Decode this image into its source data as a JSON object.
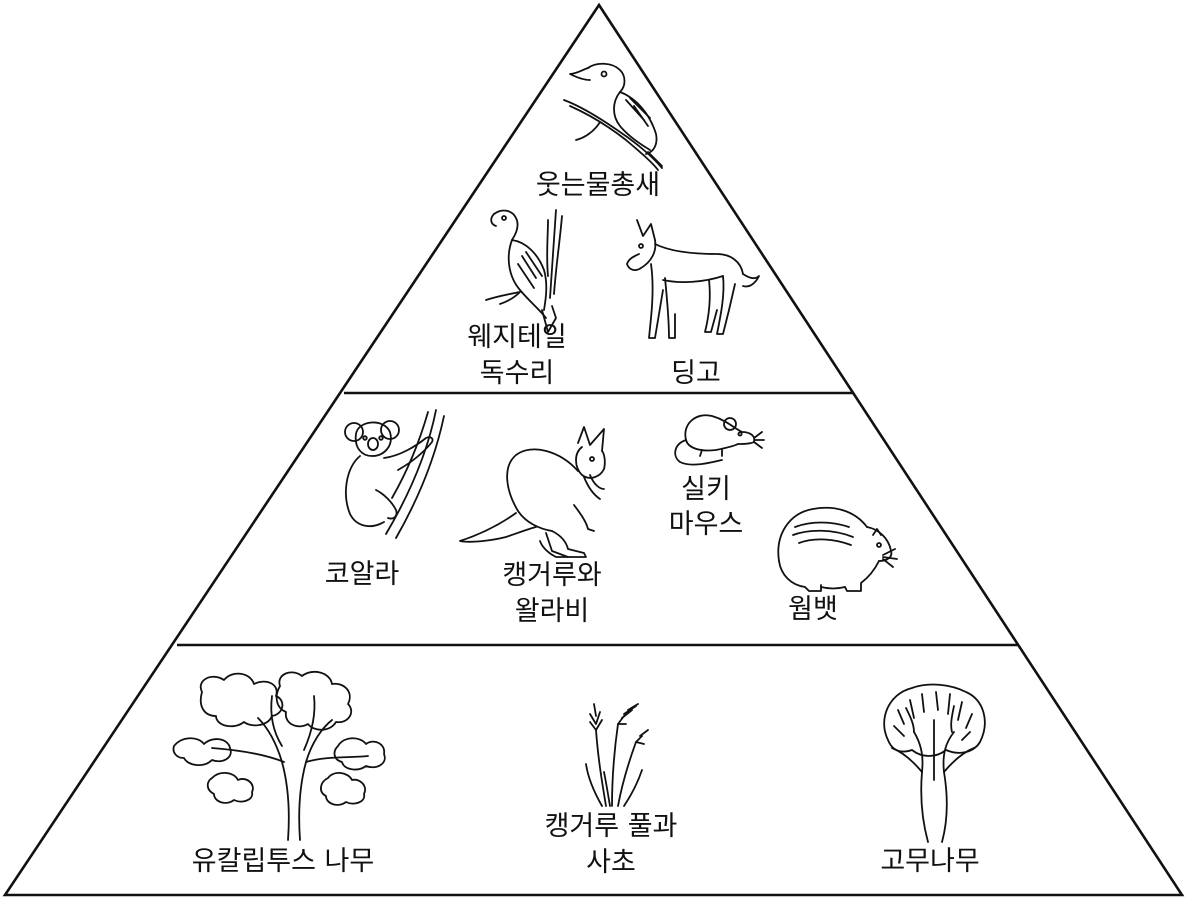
{
  "tiers": {
    "top": {
      "kookaburra": "웃는물총새",
      "eagle_line1": "웨지테일",
      "eagle_line2": "독수리",
      "dingo": "딩고"
    },
    "middle": {
      "koala": "코알라",
      "kangaroo_line1": "캥거루와",
      "kangaroo_line2": "왈라비",
      "mouse_line1": "실키",
      "mouse_line2": "마우스",
      "wombat": "웜뱃"
    },
    "bottom": {
      "eucalyptus": "유칼립투스 나무",
      "grass_line1": "캥거루 풀과",
      "grass_line2": "사초",
      "gum_tree": "고무나무"
    }
  },
  "icons": [
    "kookaburra-icon",
    "wedge-tailed-eagle-icon",
    "dingo-icon",
    "koala-icon",
    "kangaroo-icon",
    "silky-mouse-icon",
    "wombat-icon",
    "eucalyptus-tree-icon",
    "kangaroo-grass-icon",
    "gum-tree-icon"
  ],
  "colors": {
    "line": "#111111",
    "background": "#ffffff"
  }
}
